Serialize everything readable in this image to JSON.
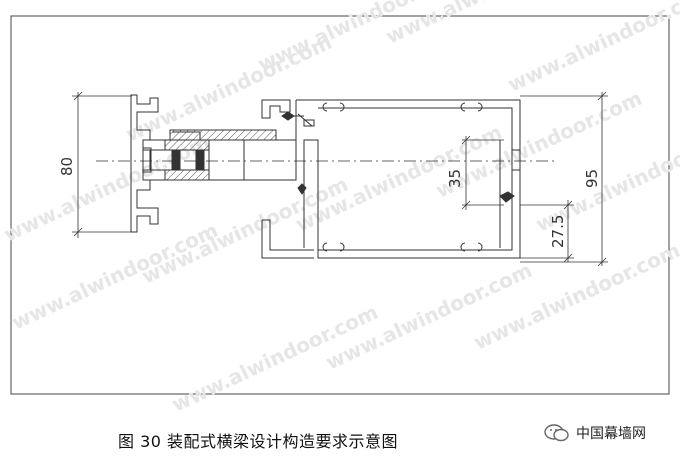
{
  "dimensions": {
    "height_total": "80",
    "right_total": "95",
    "middle": "35",
    "bottom": "27.5"
  },
  "watermark": {
    "text": "www.alwindoor.com"
  },
  "caption": {
    "text": "图 30 装配式横梁设计构造要求示意图"
  },
  "brand": {
    "text": "中国幕墙网",
    "icon": "wechat-icon"
  },
  "colors": {
    "line": "#333333",
    "watermark": "#e2e2e2",
    "hatch": "#555555"
  }
}
